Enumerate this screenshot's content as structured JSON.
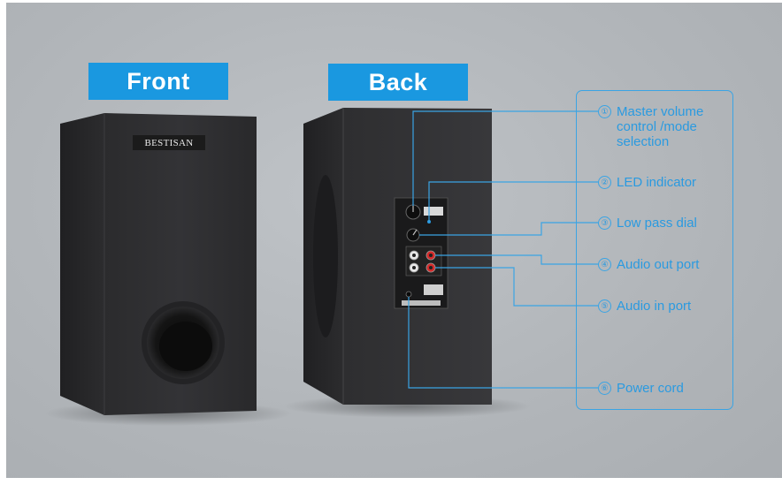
{
  "labels": {
    "front": "Front",
    "back": "Back"
  },
  "brand": "BESTISAN",
  "callouts": [
    {
      "num": "①",
      "text": "Master volume control /mode selection"
    },
    {
      "num": "②",
      "text": "LED indicator"
    },
    {
      "num": "③",
      "text": "Low pass dial"
    },
    {
      "num": "④",
      "text": "Audio out port"
    },
    {
      "num": "⑤",
      "text": "Audio in port"
    },
    {
      "num": "⑥",
      "text": "Power cord"
    }
  ],
  "colors": {
    "accent": "#1a98e0",
    "line": "#3aa4e4",
    "speaker": "#2a2a2c"
  }
}
